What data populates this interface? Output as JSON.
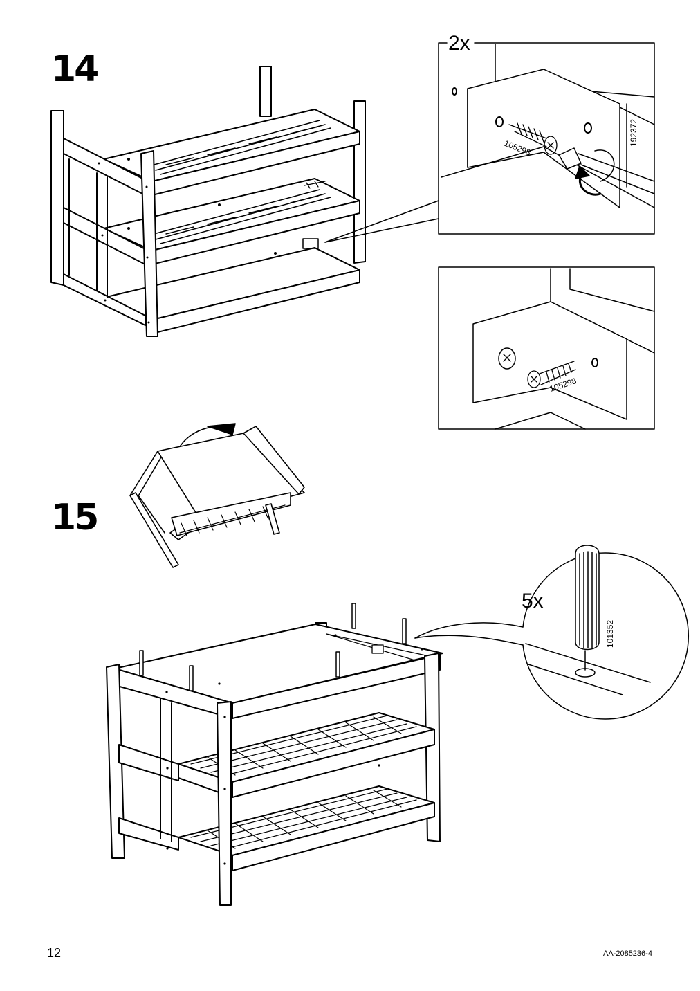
{
  "steps": [
    {
      "number": "14"
    },
    {
      "number": "15"
    }
  ],
  "callouts": {
    "step14_top_qty": "2x",
    "step14_top_screw_part": "105298",
    "step14_top_tool_part": "192372",
    "step14_bottom_screw_part": "105298",
    "step15_dowel_qty": "5x",
    "step15_dowel_part": "101352"
  },
  "footer": {
    "page_number": "12",
    "doc_code": "AA-2085236-4"
  }
}
